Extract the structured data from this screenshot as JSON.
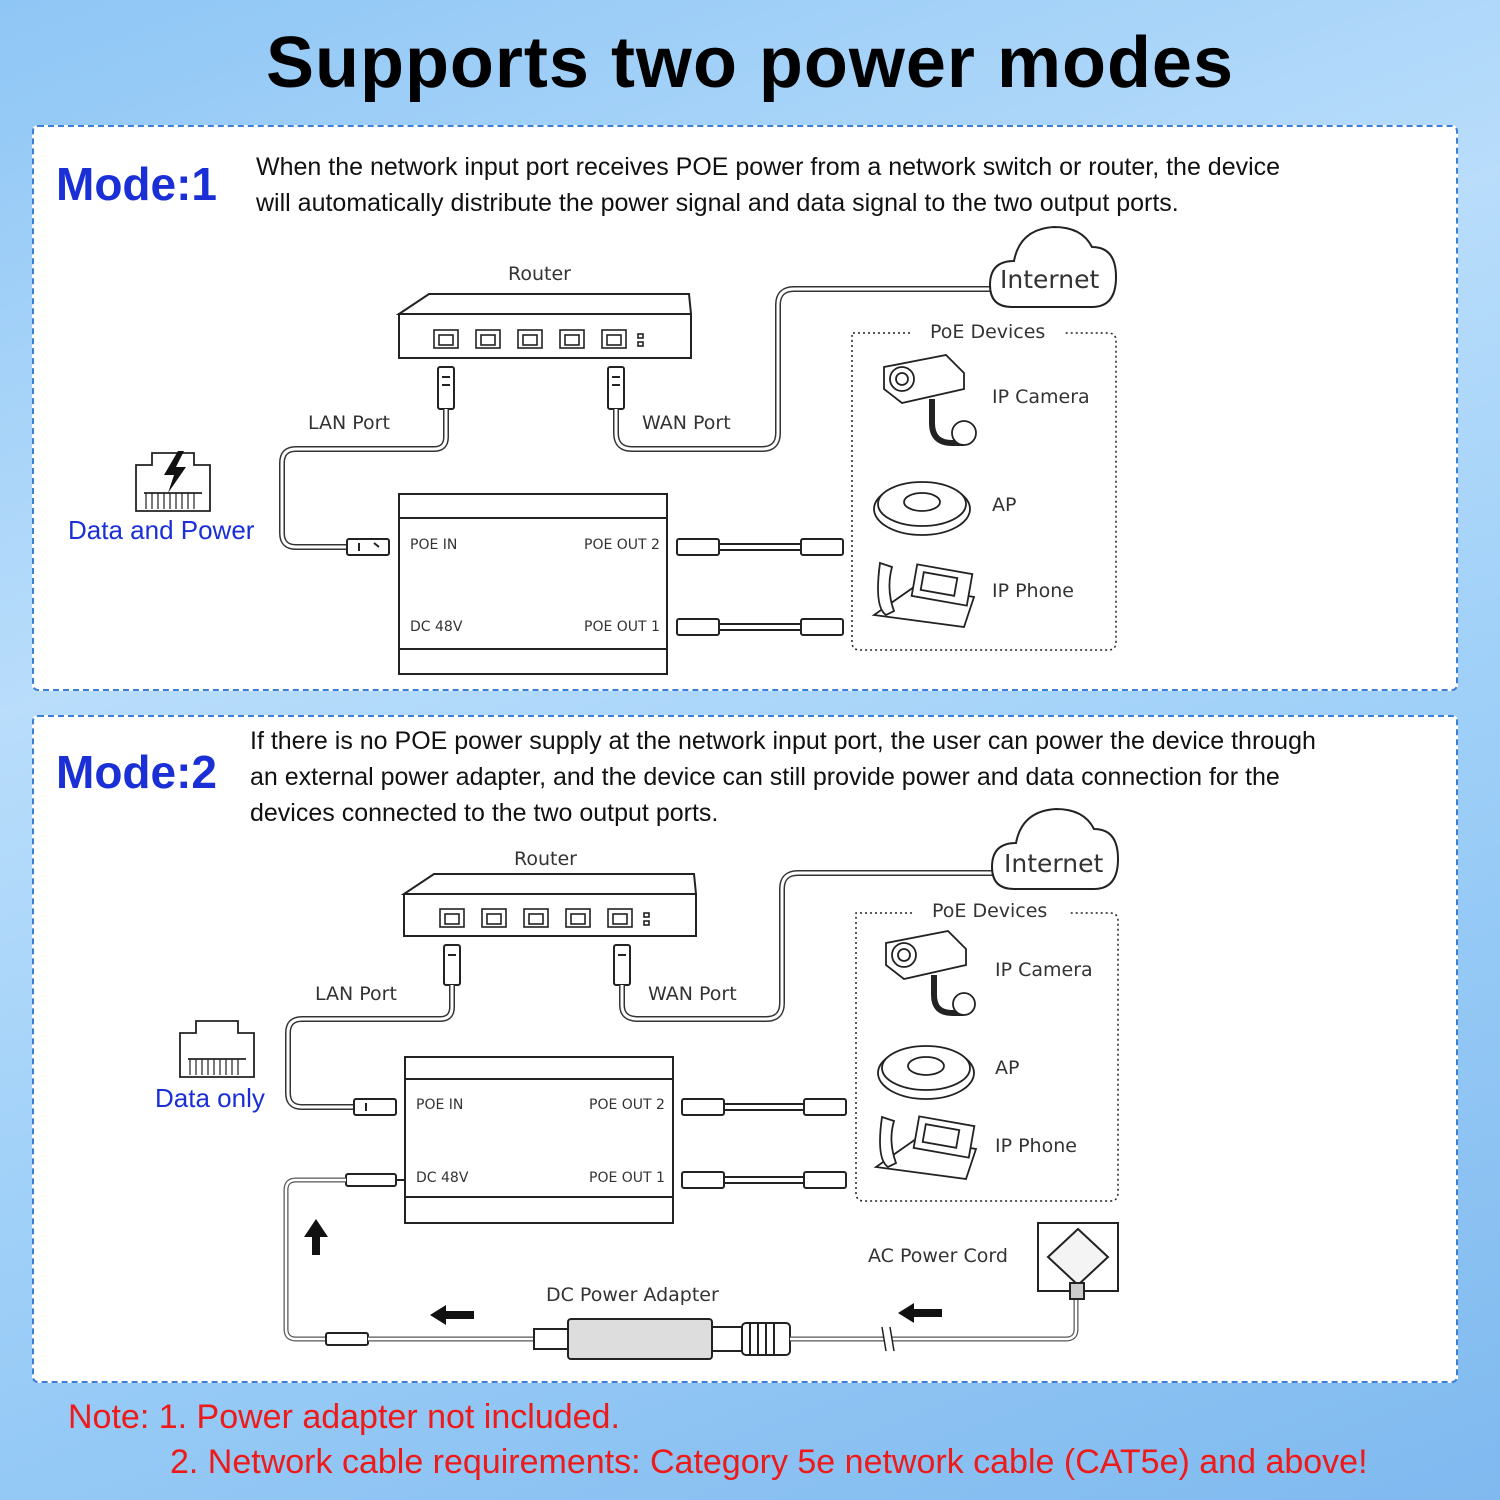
{
  "title": "Supports two power modes",
  "mode1": {
    "heading": "Mode:1",
    "description": [
      "When the network input port receives POE power from a network switch or router, the device",
      "will automatically distribute the power signal and data signal to the two output ports."
    ],
    "router": "Router",
    "lan_port": "LAN Port",
    "wan_port": "WAN Port",
    "internet": "Internet",
    "poe_in": "POE IN",
    "poe_out_2": "POE OUT 2",
    "poe_out_1": "POE OUT 1",
    "dc_48v": "DC 48V",
    "data_label": "Data and Power",
    "poe_devices": "PoE Devices",
    "devices": [
      "IP Camera",
      "AP",
      "IP Phone"
    ],
    "icons": [
      "router-icon",
      "cloud-icon",
      "ethernet-power-icon",
      "ip-camera-icon",
      "access-point-icon",
      "ip-phone-icon"
    ]
  },
  "mode2": {
    "heading": "Mode:2",
    "description": [
      "If there is no POE power supply at the network input port, the user can power the device through",
      "an external power adapter, and the device can still provide power and data connection for the",
      "devices connected to the two output ports."
    ],
    "router": "Router",
    "lan_port": "LAN Port",
    "wan_port": "WAN Port",
    "internet": "Internet",
    "poe_in": "POE IN",
    "poe_out_2": "POE OUT 2",
    "poe_out_1": "POE OUT 1",
    "dc_48v": "DC 48V",
    "data_label": "Data only",
    "poe_devices": "PoE Devices",
    "devices": [
      "IP Camera",
      "AP",
      "IP Phone"
    ],
    "ac_power_cord": "AC Power Cord",
    "dc_power_adapter": "DC Power Adapter",
    "icons": [
      "router-icon",
      "cloud-icon",
      "ethernet-icon",
      "ip-camera-icon",
      "access-point-icon",
      "ip-phone-icon",
      "wall-outlet-icon",
      "power-adapter-icon",
      "arrow-icon"
    ]
  },
  "notes": {
    "line1": "Note: 1. Power adapter not included.",
    "line2": "2. Network cable requirements: Category 5e network cable (CAT5e) and above!"
  },
  "colors": {
    "accent_blue": "#1a2fd6",
    "note_red": "#ee1a1a",
    "panel_border": "#3b7fd6"
  }
}
